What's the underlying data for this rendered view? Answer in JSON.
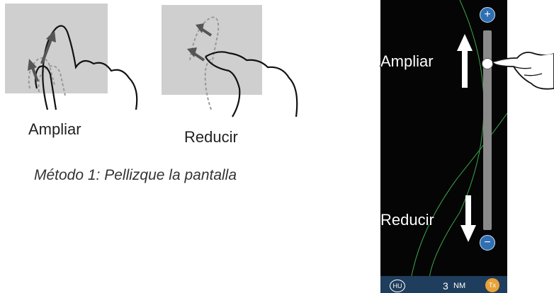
{
  "method1": {
    "caption_zoom_in": "Ampliar",
    "caption_zoom_out": "Reducir",
    "title": "Método 1: Pellizque la pantalla"
  },
  "method2": {
    "label_zoom_in": "Ampliar",
    "label_zoom_out": "Reducir",
    "status_bar": {
      "heading_badge": "HU",
      "range_value": "3",
      "range_unit": "NM",
      "tx_badge": "Tx"
    },
    "zoom_in_button": "+",
    "zoom_out_button": "−"
  },
  "colors": {
    "screen_bg": "#050505",
    "status_bar": "#1f3d5c",
    "zoom_button": "#2f6fb3",
    "tx_badge": "#e8a23a",
    "range_ring": "#3aa84a",
    "gesture_panel": "#cfcfcf"
  },
  "icons": [
    "pinch-out-hand-icon",
    "pinch-in-hand-icon",
    "pointing-hand-icon",
    "up-arrow-icon",
    "down-arrow-icon"
  ]
}
